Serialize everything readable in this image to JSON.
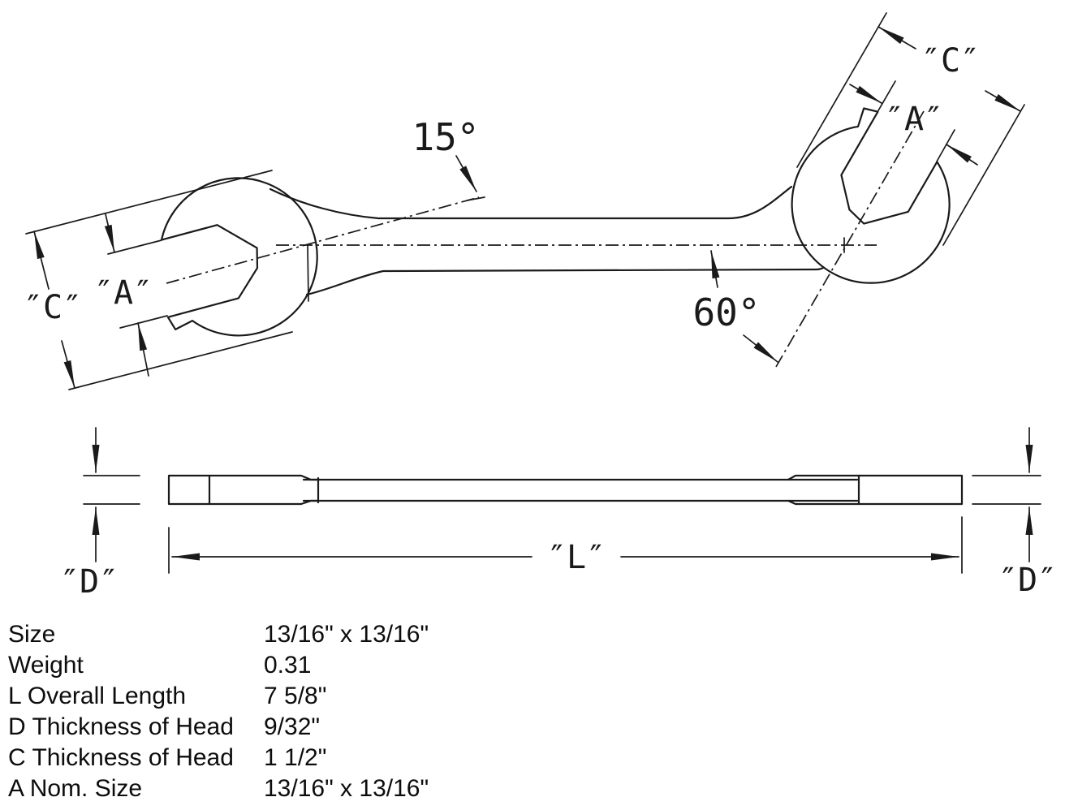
{
  "drawing": {
    "top_view": {
      "left_head": {
        "c_label": "″C″",
        "a_label": "″A″",
        "angle_label": "15°"
      },
      "right_head": {
        "c_label": "″C″",
        "a_label": "″A″",
        "angle_label": "60°"
      }
    },
    "side_view": {
      "length_label": "″L″",
      "thickness_label_left": "″D″",
      "thickness_label_right": "″D″"
    }
  },
  "specs": {
    "rows": [
      {
        "label": "Size",
        "value": "13/16\" x 13/16\""
      },
      {
        "label": "Weight",
        "value": "0.31"
      },
      {
        "label": "L Overall Length",
        "value": "7 5/8\""
      },
      {
        "label": "D Thickness of Head",
        "value": "9/32\""
      },
      {
        "label": "C Thickness of Head",
        "value": "1 1/2\""
      },
      {
        "label": "A Nom. Size",
        "value": "13/16\" x 13/16\""
      }
    ]
  },
  "colors": {
    "line": "#1a1a1a",
    "background": "#ffffff"
  }
}
